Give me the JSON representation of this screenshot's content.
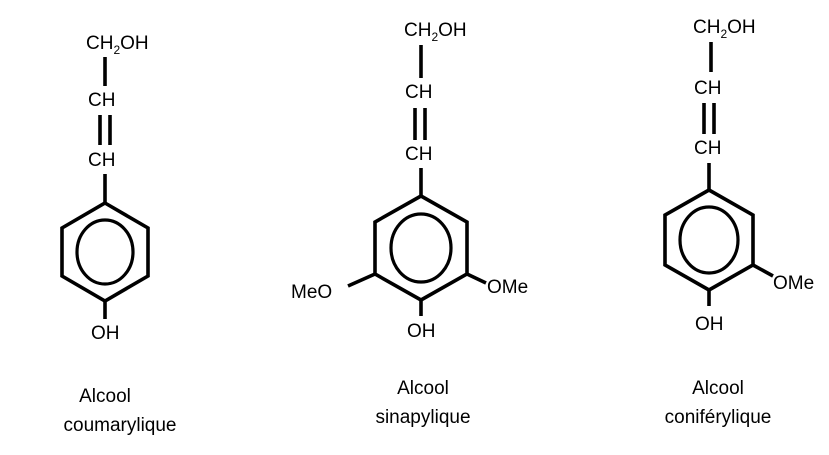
{
  "molecules": [
    {
      "id": "coumarylique",
      "top_group": "CH2OH",
      "ch_upper": "CH",
      "ch_lower": "CH",
      "bottom_group": "OH",
      "caption_line1": "Alcool",
      "caption_line2": "coumarylique"
    },
    {
      "id": "sinapylique",
      "top_group": "CH2OH",
      "ch_upper": "CH",
      "ch_lower": "CH",
      "left_group": "MeO",
      "right_group": "OMe",
      "bottom_group": "OH",
      "caption_line1": "Alcool",
      "caption_line2": "sinapylique"
    },
    {
      "id": "coniferylique",
      "top_group": "CH2OH",
      "ch_upper": "CH",
      "ch_lower": "CH",
      "right_group": "OMe",
      "bottom_group": "OH",
      "caption_line1": "Alcool",
      "caption_line2": "coniférylique"
    }
  ]
}
